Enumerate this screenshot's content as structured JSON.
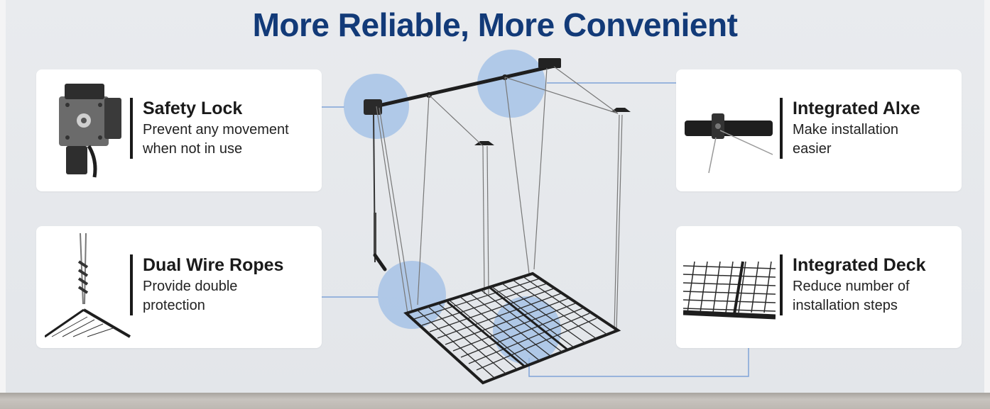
{
  "title": "More Reliable, More Convenient",
  "features": {
    "safety_lock": {
      "heading": "Safety Lock",
      "description": "Prevent any movement\nwhen not in use",
      "icon": "safety-lock-gearbox"
    },
    "dual_wire_ropes": {
      "heading": "Dual Wire Ropes",
      "description": "Provide double\nprotection",
      "icon": "wire-rope-clamp"
    },
    "integrated_axle": {
      "heading": "Integrated Alxe",
      "description": "Make installation\neasier",
      "icon": "axle-bar"
    },
    "integrated_deck": {
      "heading": "Integrated Deck",
      "description": "Reduce number of\ninstallation steps",
      "icon": "wire-grid-deck"
    }
  },
  "colors": {
    "title": "#123a78",
    "highlight": "#9ebde6",
    "connector": "#7fa3d8",
    "card_bg": "#ffffff",
    "background": "#e6e8ec"
  }
}
